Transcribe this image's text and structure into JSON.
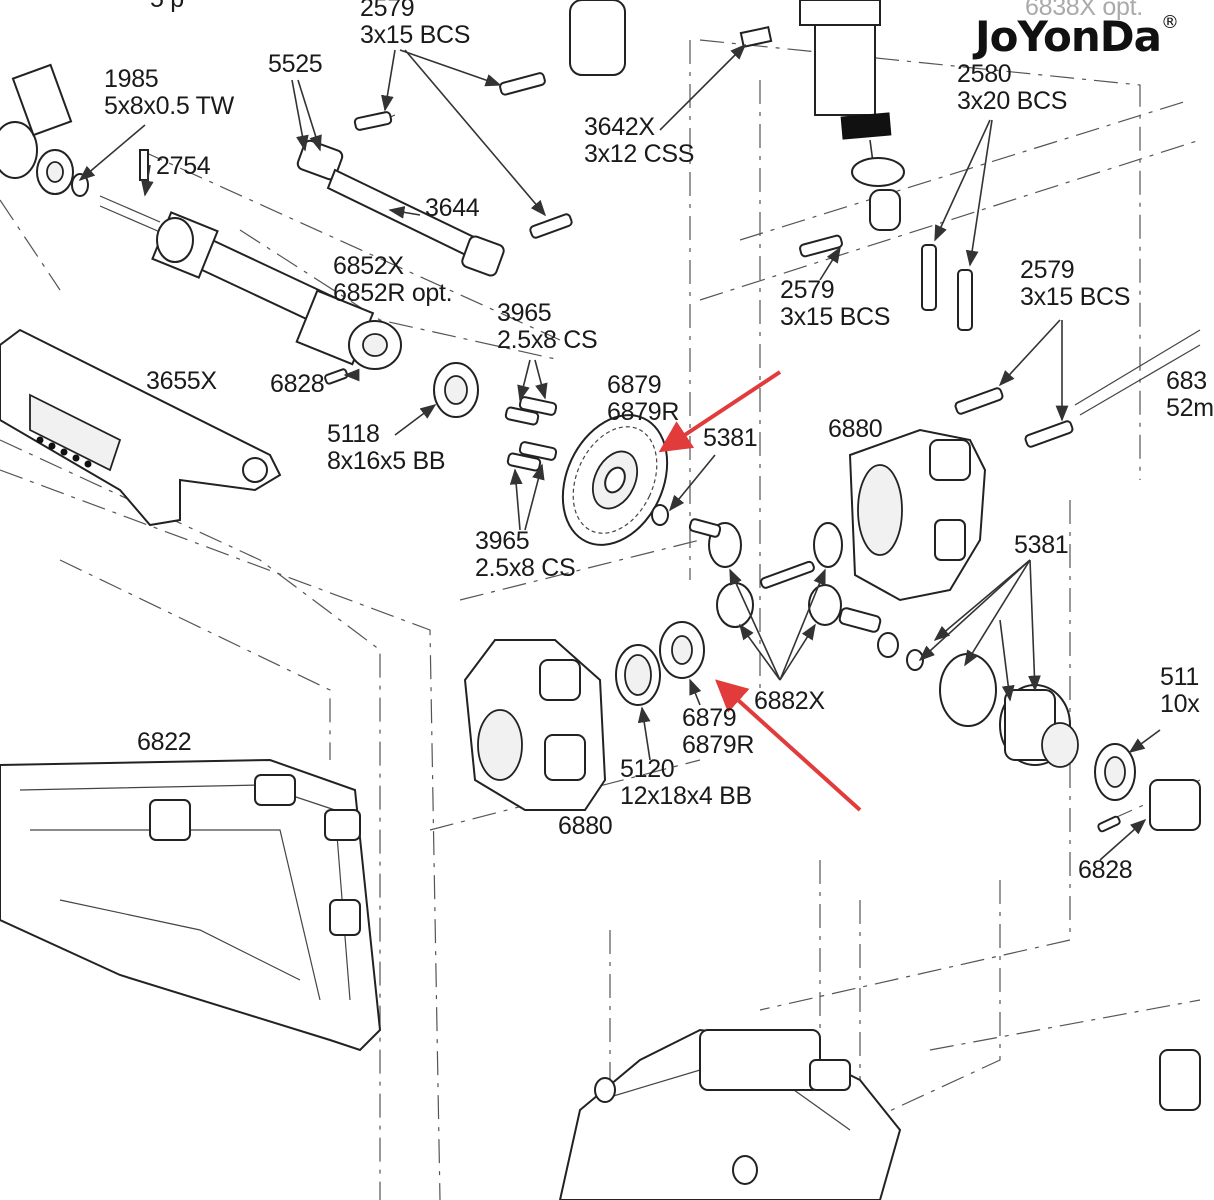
{
  "brand": {
    "watermark": "JoYonDa",
    "registered_mark": "®"
  },
  "highlight_color": "#e23b3b",
  "callouts": [
    {
      "id": "top-left-partial",
      "lines": [
        "5 p"
      ]
    },
    {
      "id": "screw-2579-top",
      "lines": [
        "2579",
        "3x15 BCS"
      ]
    },
    {
      "id": "washer-1985",
      "lines": [
        "1985",
        "5x8x0.5 TW"
      ]
    },
    {
      "id": "link-5525",
      "lines": [
        "5525"
      ]
    },
    {
      "id": "pin-2754",
      "lines": [
        "2754"
      ]
    },
    {
      "id": "link-3644",
      "lines": [
        "3644"
      ]
    },
    {
      "id": "screw-3642x",
      "lines": [
        "3642X",
        "3x12 CSS"
      ]
    },
    {
      "id": "top-right-partial",
      "lines": [
        "6838X opt."
      ]
    },
    {
      "id": "screw-2580",
      "lines": [
        "2580",
        "3x20 BCS"
      ]
    },
    {
      "id": "driveshaft-6852x",
      "lines": [
        "6852X",
        "6852R opt."
      ]
    },
    {
      "id": "screw-2579-mid",
      "lines": [
        "2579",
        "3x15 BCS"
      ]
    },
    {
      "id": "screw-2579-right",
      "lines": [
        "2579",
        "3x15 BCS"
      ]
    },
    {
      "id": "right-edge-partial",
      "lines": [
        "683",
        "52m"
      ]
    },
    {
      "id": "screw-3965-upper",
      "lines": [
        "3965",
        "2.5x8 CS"
      ]
    },
    {
      "id": "arm-3655x",
      "lines": [
        "3655X"
      ]
    },
    {
      "id": "pin-6828-left",
      "lines": [
        "6828"
      ]
    },
    {
      "id": "ring-gear-6879-upper",
      "lines": [
        "6879",
        "6879R"
      ]
    },
    {
      "id": "housing-6880-right",
      "lines": [
        "6880"
      ]
    },
    {
      "id": "bearing-5118",
      "lines": [
        "5118",
        "8x16x5  BB"
      ]
    },
    {
      "id": "shim-5381-upper",
      "lines": [
        "5381"
      ]
    },
    {
      "id": "screw-3965-lower",
      "lines": [
        "3965",
        "2.5x8 CS"
      ]
    },
    {
      "id": "shim-5381-right",
      "lines": [
        "5381"
      ]
    },
    {
      "id": "right-edge-partial-2",
      "lines": [
        "511",
        "10x"
      ]
    },
    {
      "id": "spider-gears-6882x",
      "lines": [
        "6882X"
      ]
    },
    {
      "id": "pinion-6879-lower",
      "lines": [
        "6879",
        "6879R"
      ]
    },
    {
      "id": "skid-6822",
      "lines": [
        "6822"
      ]
    },
    {
      "id": "bearing-5120",
      "lines": [
        "5120",
        "12x18x4 BB"
      ]
    },
    {
      "id": "housing-6880-left",
      "lines": [
        "6880"
      ]
    },
    {
      "id": "pin-6828-right",
      "lines": [
        "6828"
      ]
    }
  ]
}
